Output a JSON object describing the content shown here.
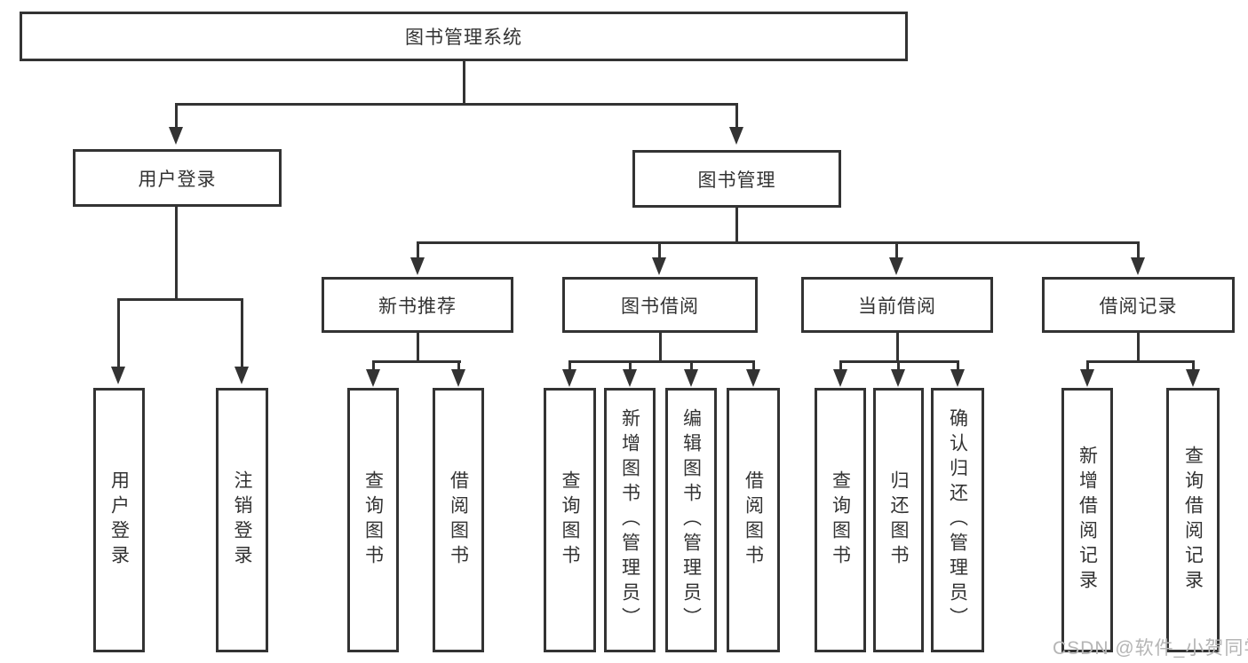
{
  "tree": {
    "root": {
      "label": "图书管理系统"
    },
    "children": [
      {
        "label": "用户登录",
        "children": [
          {
            "label": "用户登录"
          },
          {
            "label": "注销登录"
          }
        ]
      },
      {
        "label": "图书管理",
        "children": [
          {
            "label": "新书推荐",
            "children": [
              {
                "label": "查询图书"
              },
              {
                "label": "借阅图书"
              }
            ]
          },
          {
            "label": "图书借阅",
            "children": [
              {
                "label": "查询图书"
              },
              {
                "label": "新增图书（管理员）"
              },
              {
                "label": "编辑图书（管理员）"
              },
              {
                "label": "借阅图书"
              }
            ]
          },
          {
            "label": "当前借阅",
            "children": [
              {
                "label": "查询图书"
              },
              {
                "label": "归还图书"
              },
              {
                "label": "确认归还（管理员）"
              }
            ]
          },
          {
            "label": "借阅记录",
            "children": [
              {
                "label": "新增借阅记录"
              },
              {
                "label": "查询借阅记录"
              }
            ]
          }
        ]
      }
    ]
  },
  "watermark": {
    "text": "CSDN @软件_小贺同学"
  },
  "colors": {
    "line": "#333333",
    "text": "#333333",
    "watermark": "#b5b5b5",
    "background": "#ffffff"
  }
}
